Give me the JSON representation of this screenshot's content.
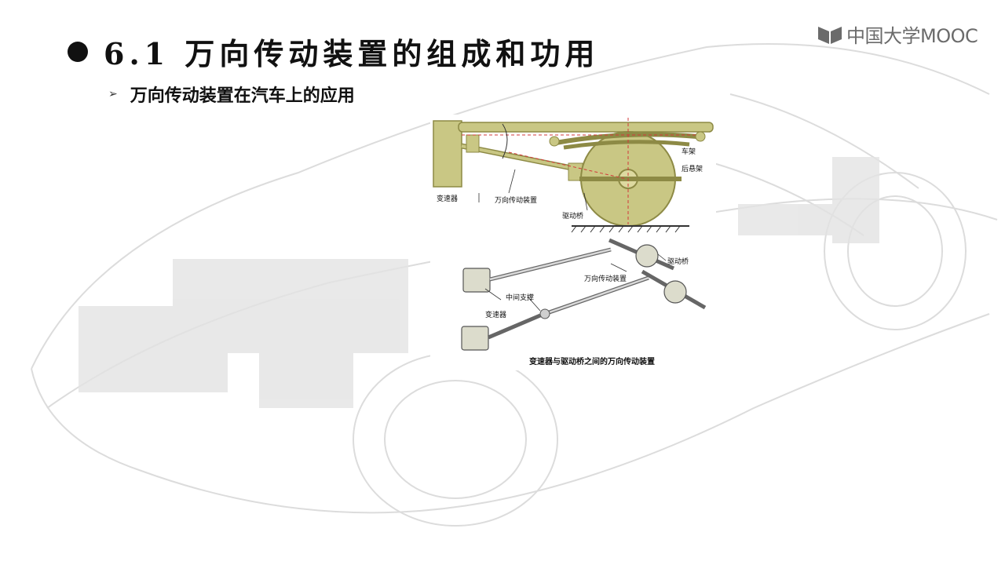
{
  "logo": {
    "text": "中国大学MOOC"
  },
  "title": "6.1 万向传动装置的组成和功用",
  "bullet_item": "万向传动装置在汽车上的应用",
  "figure": {
    "labels": {
      "frame": "车架",
      "rear_suspension": "后悬架",
      "transmission_top": "变速器",
      "ujoint_top": "万向传动装置",
      "drive_axle_top": "驱动桥",
      "drive_axle_bottom": "驱动桥",
      "ujoint_bottom": "万向传动装置",
      "center_support": "中间支撑",
      "transmission_bottom": "变速器"
    },
    "caption": "变速器与驱动桥之间的万向传动装置"
  },
  "colors": {
    "olive": "#c9c784",
    "olive_dark": "#8d8a45",
    "red_guide": "#d23a3a",
    "logo_grey": "#6b6b6b"
  }
}
